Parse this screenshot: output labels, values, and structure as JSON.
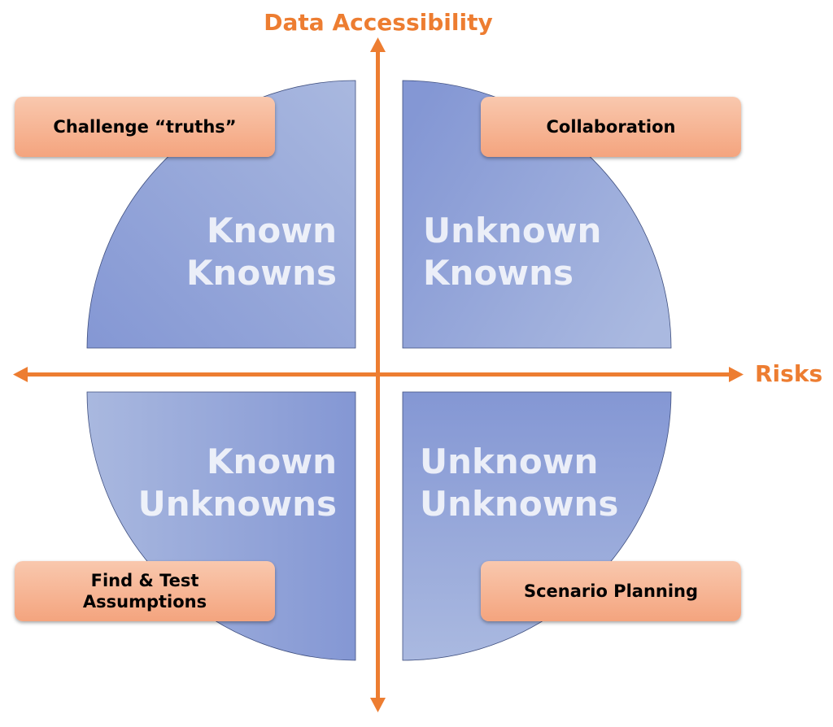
{
  "axes": {
    "vertical_label": "Data Accessibility",
    "horizontal_label": "Risks"
  },
  "quadrants": [
    {
      "line1": "Known",
      "line2": "Knowns"
    },
    {
      "line1": "Unknown",
      "line2": "Knowns"
    },
    {
      "line1": "Known",
      "line2": "Unknowns"
    },
    {
      "line1": "Unknown",
      "line2": "Unknowns"
    }
  ],
  "actions": [
    "Challenge “truths”",
    "Collaboration",
    "Find & Test Assumptions",
    "Scenario Planning"
  ],
  "colors": {
    "axis": "#ED7D31",
    "quadrant_light": "#A9B8DF",
    "quadrant_dark": "#8497D4",
    "box_top": "#F9C8AE",
    "box_bottom": "#F4A47E"
  }
}
